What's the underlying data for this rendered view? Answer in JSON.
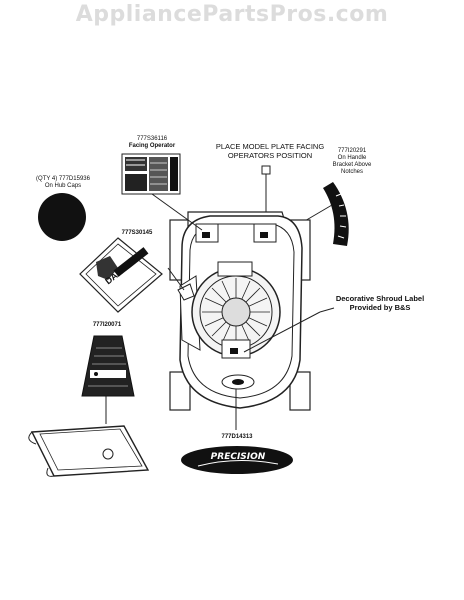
{
  "watermark": "AppliancePartsPros.com",
  "labels": {
    "hubcap": {
      "line1": "(QTY 4) 777D15936",
      "line2": "On Hub Caps"
    },
    "facing": {
      "line1": "777S36116",
      "line2": "Facing Operator"
    },
    "model_plate": {
      "line1": "PLACE MODEL PLATE FACING",
      "line2": "OPERATORS POSITION"
    },
    "handle": {
      "line1": "777I20291",
      "line2": "On Handle",
      "line3": "Bracket Above",
      "line4": "Notches"
    },
    "danger_part": "777S30145",
    "danger_word": "DANGER",
    "shroud": {
      "line1": "Decorative Shroud Label",
      "line2": "Provided by B&S"
    },
    "neutral_part": "777I20071",
    "bottom_part": "777D14313",
    "precision_logo": "PRECISION"
  }
}
